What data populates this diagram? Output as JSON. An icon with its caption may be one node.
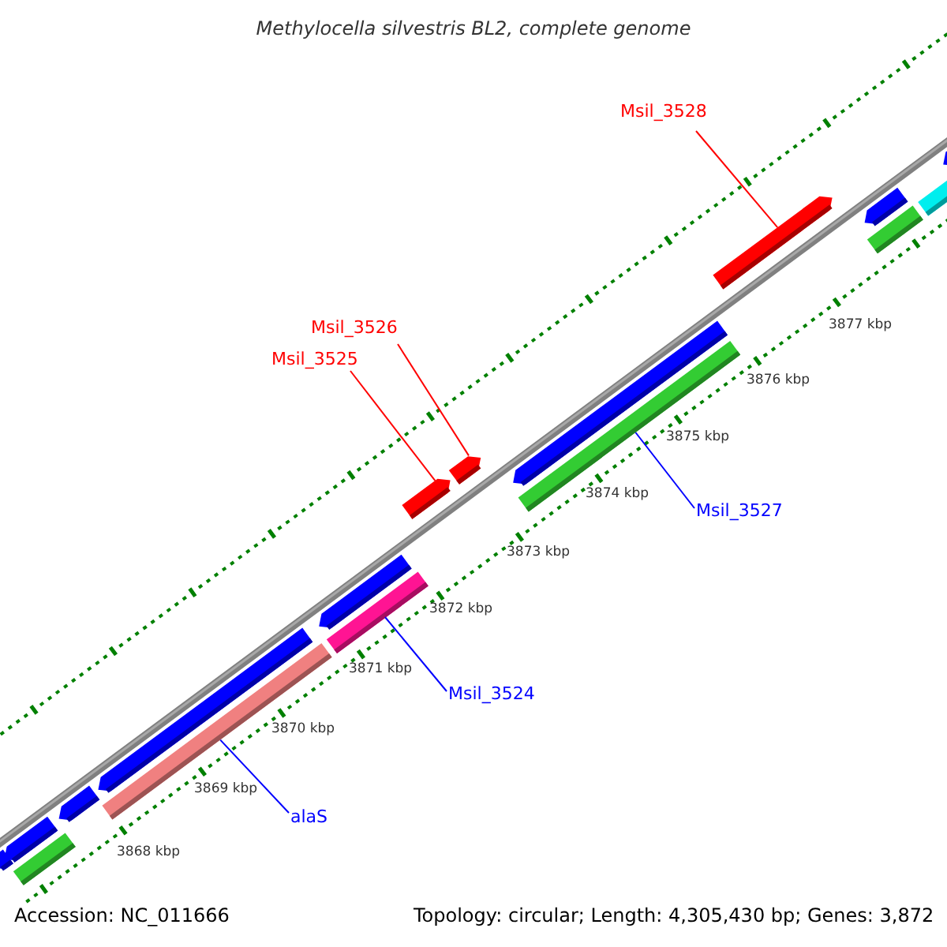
{
  "diagram": {
    "title": "Methylocella silvestris BL2, complete genome",
    "nodes": [
      {
        "text": [
          "Msil_3528"
        ]
      },
      {
        "text": [
          "Msil_3526"
        ]
      },
      {
        "text": [
          "Msil_3525"
        ]
      },
      {
        "text": [
          "Msil_3527"
        ]
      },
      {
        "text": [
          "Msil_3524"
        ]
      },
      {
        "text": [
          "alaS"
        ]
      },
      {
        "text": [],
        "shape": "arrow"
      },
      {
        "text": [],
        "shape": "arrow"
      },
      {
        "text": [],
        "shape": "arrow"
      },
      {
        "text": [],
        "shape": "bar"
      },
      {
        "text": [],
        "shape": "bar"
      },
      {
        "text": [],
        "shape": "bar"
      }
    ],
    "edges": [
      {
        "from": 0,
        "to": 6,
        "arrow": "none"
      },
      {
        "from": 1,
        "to": 7,
        "arrow": "none"
      },
      {
        "from": 2,
        "to": 8,
        "arrow": "none"
      },
      {
        "from": 3,
        "to": 9,
        "arrow": "none",
        "color": "#0000ff"
      },
      {
        "from": 4,
        "to": 10,
        "arrow": "none",
        "color": "#0000ff"
      },
      {
        "from": 5,
        "to": 11,
        "arrow": "none",
        "color": "#0000ff"
      }
    ],
    "labels": [
      "3877 kbp",
      "3876 kbp",
      "3875 kbp",
      "3874 kbp",
      "3873 kbp",
      "3872 kbp",
      "3871 kbp",
      "3870 kbp",
      "3869 kbp",
      "3868 kbp",
      "Accession: NC_011666",
      "Topology: circular; Length: 4,305,430 bp; Genes: 3,872"
    ]
  }
}
